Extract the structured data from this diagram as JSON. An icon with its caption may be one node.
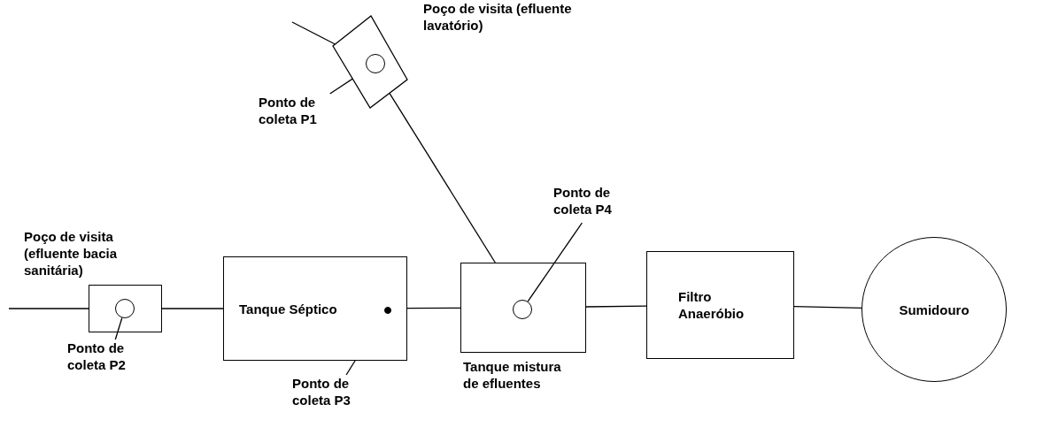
{
  "diagram": {
    "nodes": [
      {
        "text": [
          "Poço de visita (efluente lavatório)"
        ]
      },
      {
        "text": [],
        "shape": "circle",
        "in": 0
      },
      {
        "text": [
          "Ponto de coleta P1"
        ]
      },
      {
        "text": [
          "Poço de visita (efluente bacia sanitária)"
        ]
      },
      {
        "text": [],
        "shape": "circle",
        "in": 3
      },
      {
        "text": [
          "Ponto de coleta P2"
        ]
      },
      {
        "text": [
          "Tanque Séptico"
        ]
      },
      {
        "text": [],
        "shape": "circle",
        "in": 6
      },
      {
        "text": [
          "Ponto de coleta P3"
        ]
      },
      {
        "text": [
          "Tanque mistura de efluentes"
        ]
      },
      {
        "text": [],
        "shape": "circle",
        "in": 9
      },
      {
        "text": [
          "Ponto de coleta P4"
        ]
      },
      {
        "text": [
          "Filtro Anaeróbio"
        ]
      },
      {
        "text": [
          "Sumidouro"
        ]
      }
    ],
    "edges": [
      {
        "from": null,
        "to": 0,
        "arrow": "none"
      },
      {
        "from": 0,
        "to": 9,
        "arrow": "none"
      },
      {
        "from": null,
        "to": 3,
        "arrow": "none"
      },
      {
        "from": 3,
        "to": 6,
        "arrow": "none"
      },
      {
        "from": 6,
        "to": 9,
        "arrow": "none"
      },
      {
        "from": 9,
        "to": 12,
        "arrow": "none"
      },
      {
        "from": 12,
        "to": 13,
        "arrow": "none"
      },
      {
        "from": 2,
        "to": 1,
        "arrow": "none"
      },
      {
        "from": 5,
        "to": 4,
        "arrow": "none"
      },
      {
        "from": 8,
        "to": 7,
        "arrow": "none"
      },
      {
        "from": 11,
        "to": 10,
        "arrow": "none"
      }
    ]
  }
}
